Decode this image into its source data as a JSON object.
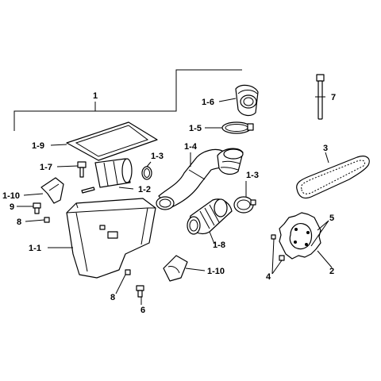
{
  "callouts": {
    "c1": "1",
    "c1_6": "1-6",
    "c7": "7",
    "c1_5": "1-5",
    "c1_9": "1-9",
    "c1_3a": "1-3",
    "c1_4": "1-4",
    "c3": "3",
    "c1_7": "1-7",
    "c1_2": "1-2",
    "c1_3b": "1-3",
    "c1_10a": "1-10",
    "c9": "9",
    "c8a": "8",
    "c1_8": "1-8",
    "c5": "5",
    "c1_1": "1-1",
    "c4": "4",
    "c2": "2",
    "c1_10b": "1-10",
    "c8b": "8",
    "c6": "6"
  }
}
